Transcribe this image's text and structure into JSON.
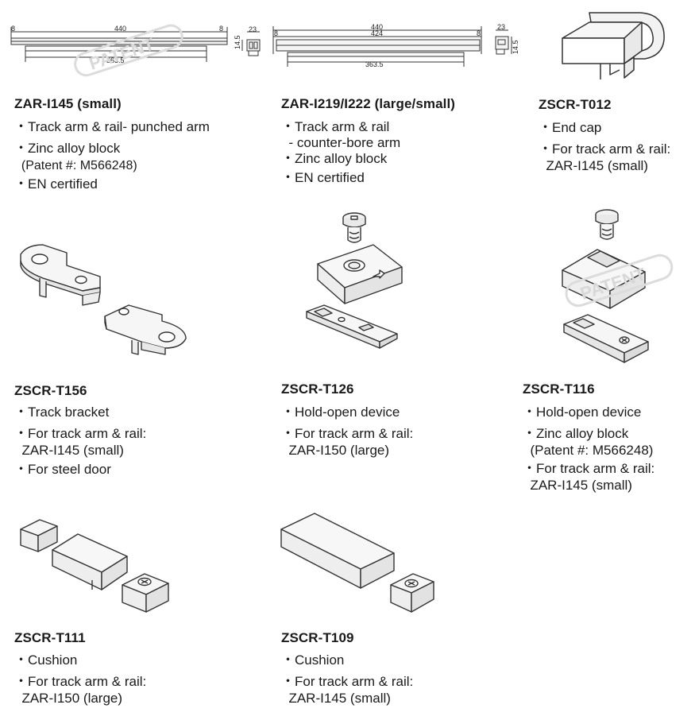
{
  "products": [
    {
      "code": "ZAR-I145 (small)",
      "lines": [
        {
          "text": "・Track arm & rail- punched arm",
          "bullet": true
        },
        {
          "text": "・Zinc alloy block",
          "bullet": true
        },
        {
          "text": "  (Patent #: M566248)",
          "bullet": false
        },
        {
          "text": "・EN certified",
          "bullet": true
        }
      ]
    },
    {
      "code": "ZAR-I219/I222 (large/small)",
      "lines": [
        {
          "text": "・Track arm & rail",
          "bullet": true
        },
        {
          "text": "  - counter-bore arm",
          "bullet": false
        },
        {
          "text": "・Zinc alloy block",
          "bullet": true
        },
        {
          "text": "・EN certified",
          "bullet": true
        }
      ]
    },
    {
      "code": "ZSCR-T012",
      "lines": [
        {
          "text": "・End cap",
          "bullet": true
        },
        {
          "text": "・For track arm & rail:",
          "bullet": true
        },
        {
          "text": "  ZAR-I145 (small)",
          "bullet": false
        }
      ]
    },
    {
      "code": "ZSCR-T156",
      "lines": [
        {
          "text": "・Track bracket",
          "bullet": true
        },
        {
          "text": "・For track arm & rail:",
          "bullet": true
        },
        {
          "text": "  ZAR-I145 (small)",
          "bullet": false
        },
        {
          "text": "・For steel door",
          "bullet": true
        }
      ]
    },
    {
      "code": "ZSCR-T126",
      "lines": [
        {
          "text": "・Hold-open device",
          "bullet": true
        },
        {
          "text": "・For track arm & rail:",
          "bullet": true
        },
        {
          "text": "  ZAR-I150 (large)",
          "bullet": false
        }
      ]
    },
    {
      "code": "ZSCR-T116",
      "lines": [
        {
          "text": "・Hold-open device",
          "bullet": true
        },
        {
          "text": "・Zinc alloy block",
          "bullet": true
        },
        {
          "text": "  (Patent #: M566248)",
          "bullet": false
        },
        {
          "text": "・For track arm & rail:",
          "bullet": true
        },
        {
          "text": "  ZAR-I145 (small)",
          "bullet": false
        }
      ]
    },
    {
      "code": "ZSCR-T111",
      "lines": [
        {
          "text": "・Cushion",
          "bullet": true
        },
        {
          "text": "・For track arm & rail:",
          "bullet": true
        },
        {
          "text": "  ZAR-I150 (large)",
          "bullet": false
        }
      ]
    },
    {
      "code": "ZSCR-T109",
      "lines": [
        {
          "text": "・Cushion",
          "bullet": true
        },
        {
          "text": "・For track arm & rail:",
          "bullet": true
        },
        {
          "text": "  ZAR-I145 (small)",
          "bullet": false
        }
      ]
    }
  ],
  "drawing1": {
    "overall": "440",
    "end_left": "8",
    "end_right": "8",
    "inner": "363.5",
    "side_w": "23",
    "side_h": "14.5",
    "stamp": "PATENT"
  },
  "drawing2": {
    "overall": "440",
    "mid": "424",
    "end_left": "8",
    "end_right": "8",
    "inner": "363.5",
    "side_w": "23",
    "side_h": "14.5"
  },
  "drawing6": {
    "stamp": "PATENT"
  },
  "colors": {
    "text": "#1a1a1a",
    "line": "#333333",
    "stamp": "#d8d8d8"
  }
}
